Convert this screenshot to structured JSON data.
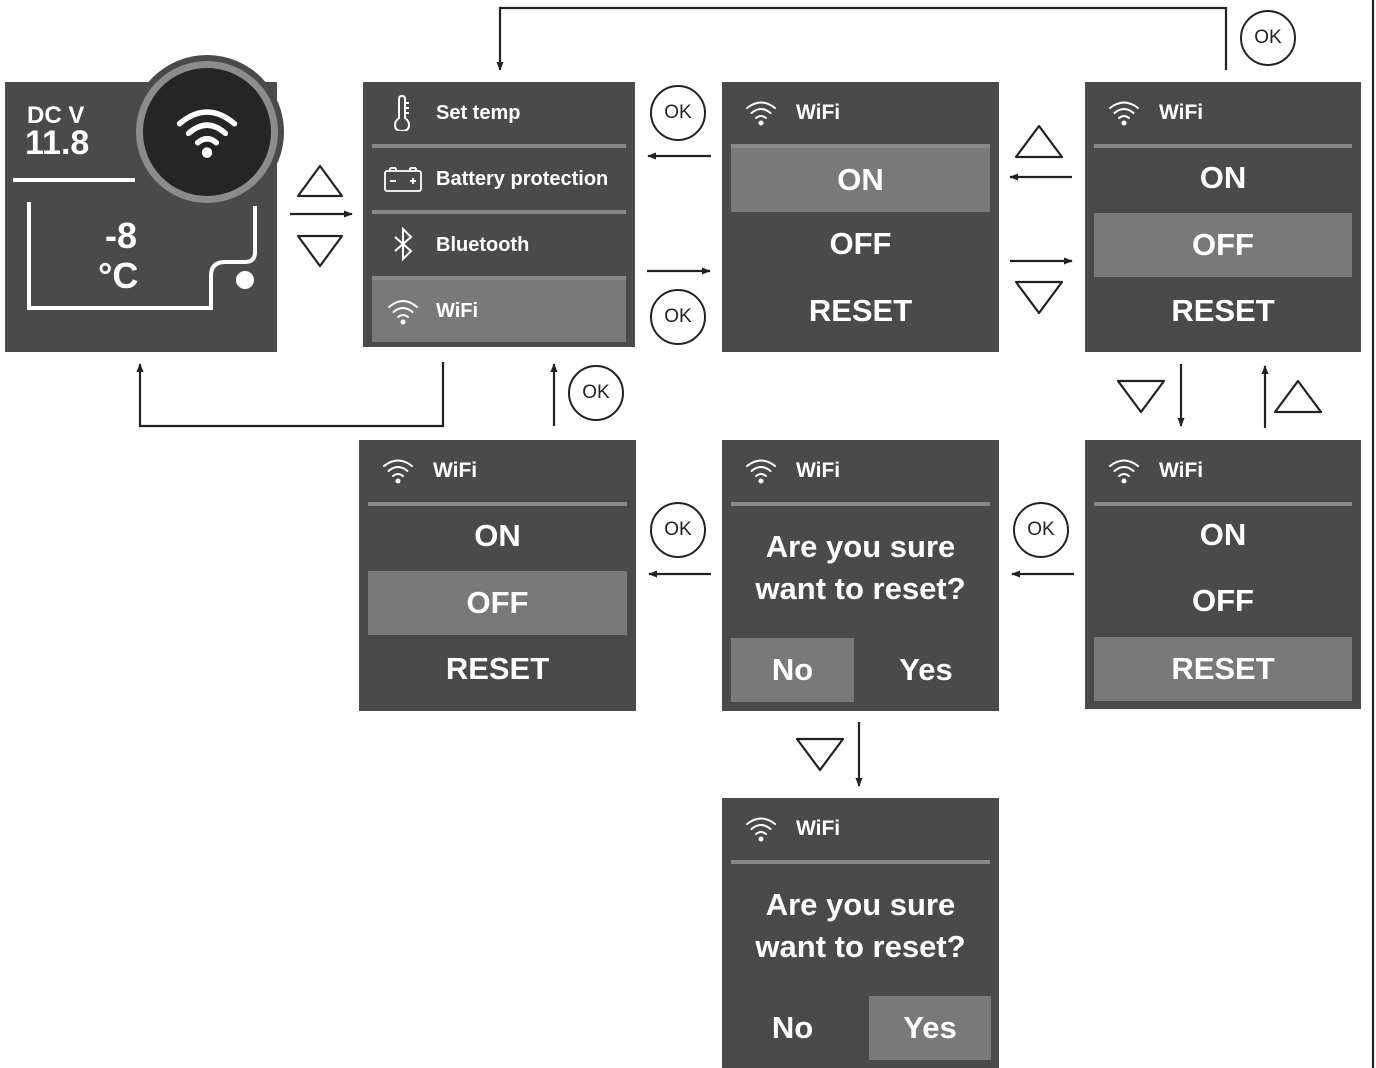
{
  "home": {
    "voltage_label": "DC V",
    "voltage_value": "11.8",
    "temp_value": "-8",
    "temp_unit": "°C",
    "badge_icon": "wifi-icon"
  },
  "menu": {
    "items": [
      {
        "label": "Set temp",
        "icon": "thermometer-icon"
      },
      {
        "label": "Battery protection",
        "icon": "battery-icon"
      },
      {
        "label": "Bluetooth",
        "icon": "bluetooth-icon"
      },
      {
        "label": "WiFi",
        "icon": "wifi-icon",
        "selected": true
      }
    ]
  },
  "wifi": {
    "title": "WiFi",
    "on": "ON",
    "off": "OFF",
    "reset": "RESET"
  },
  "confirm": {
    "question_line1": "Are you sure",
    "question_line2": "want to reset?",
    "no": "No",
    "yes": "Yes"
  },
  "ok_label": "OK",
  "colors": {
    "screen_bg": "#4b4a4b",
    "selected_bg": "#7a797a",
    "divider": "#8a898a",
    "text": "#ffffff",
    "line": "#222222"
  }
}
